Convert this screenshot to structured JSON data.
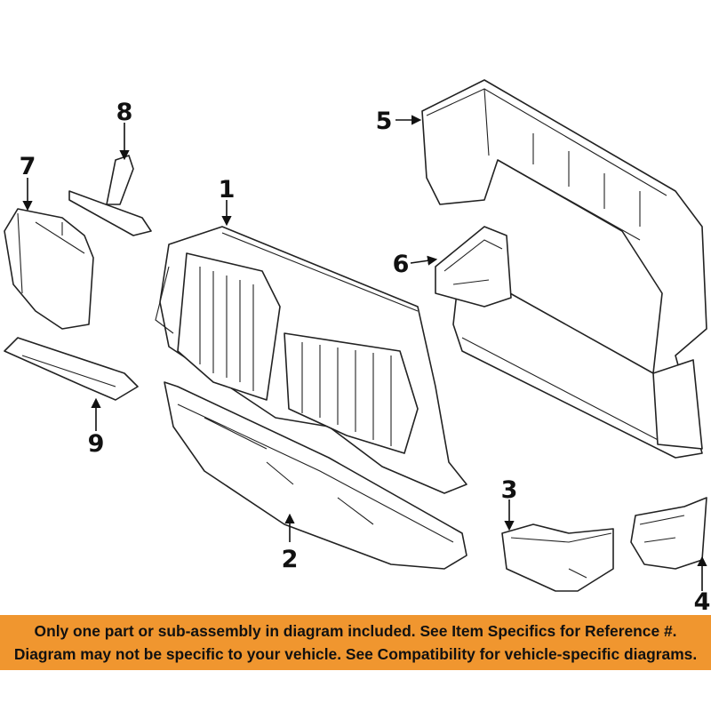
{
  "labels": [
    "1",
    "2",
    "3",
    "4",
    "5",
    "6",
    "7",
    "8",
    "9"
  ],
  "footer": {
    "line1": "Only one part or sub-assembly in diagram included. See Item Specifics for Reference #.",
    "line2": "Diagram may not be specific to your vehicle. See Compatibility for vehicle-specific diagrams."
  },
  "colors": {
    "banner": "#f0962f",
    "ink": "#111111"
  }
}
